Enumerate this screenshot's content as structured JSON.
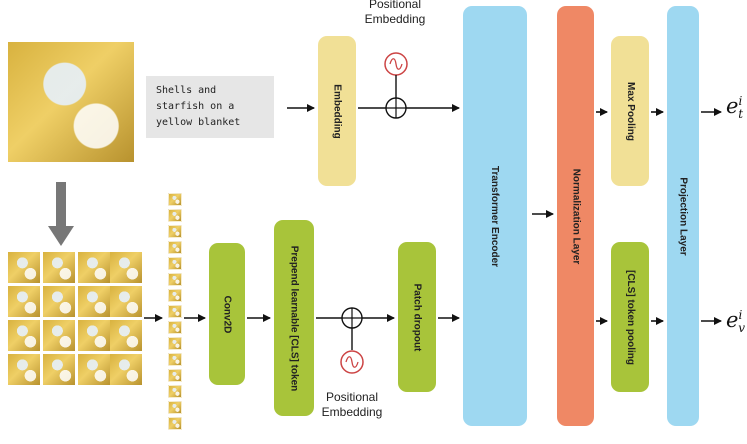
{
  "text_input": {
    "caption": "Shells and\nstarfish on a\nyellow blanket"
  },
  "blocks": {
    "embedding": "Embedding",
    "conv2d": "Conv2D",
    "prepend_cls": "Prepend learnable [CLS] token",
    "patch_dropout": "Patch dropout",
    "transformer_encoder": "Transformer Encoder",
    "normalization_layer": "Normalization Layer",
    "max_pooling": "Max Pooling",
    "cls_token_pooling": "[CLS] token pooling",
    "projection_layer": "Projection Layer"
  },
  "positional_embedding_top": "Positional\nEmbedding",
  "positional_embedding_bottom": "Positional\nEmbedding",
  "outputs": {
    "text": {
      "base": "e",
      "sup": "i",
      "sub": "t"
    },
    "vision": {
      "base": "e",
      "sup": "i",
      "sub": "v"
    }
  },
  "colors": {
    "embedding_block": "#f1e096",
    "vision_blocks": "#a8c43a",
    "transformer": "#9ed8f1",
    "normalization": "#ef8865",
    "positional_icon": "#cc4444"
  }
}
